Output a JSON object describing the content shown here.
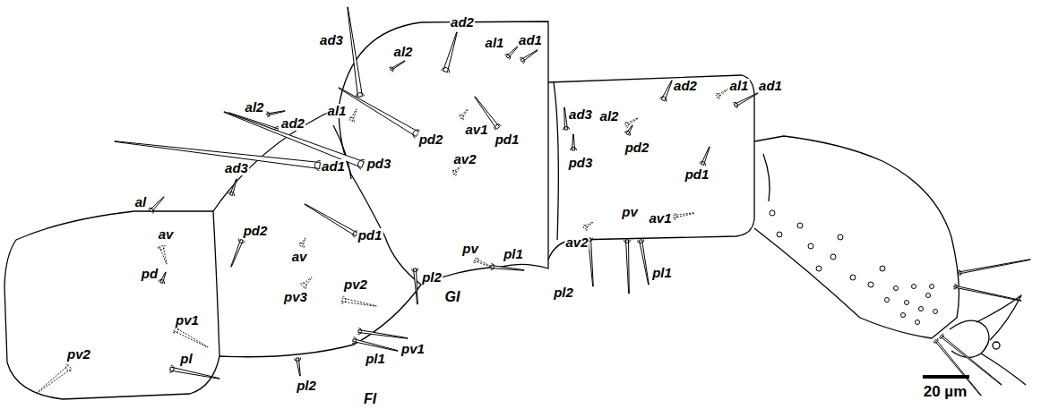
{
  "diagram": {
    "labels": [
      "al",
      "av",
      "pd",
      "pv2",
      "pv1",
      "pl",
      "al2",
      "ad2",
      "ad1",
      "ad3",
      "pd2",
      "pd1",
      "av",
      "pv3",
      "pv2",
      "pv1",
      "pl1",
      "pl2",
      "FI",
      "ad3",
      "al2",
      "ad2",
      "al1",
      "ad1",
      "al1",
      "pd2",
      "pd1",
      "av1",
      "pd3",
      "av2",
      "pv",
      "pl1",
      "pl2",
      "GI",
      "ad3",
      "al2",
      "ad2",
      "al1",
      "ad1",
      "pd2",
      "pd3",
      "pd1",
      "av2",
      "av1",
      "pv",
      "pl2",
      "pl1",
      "20 µm"
    ]
  }
}
